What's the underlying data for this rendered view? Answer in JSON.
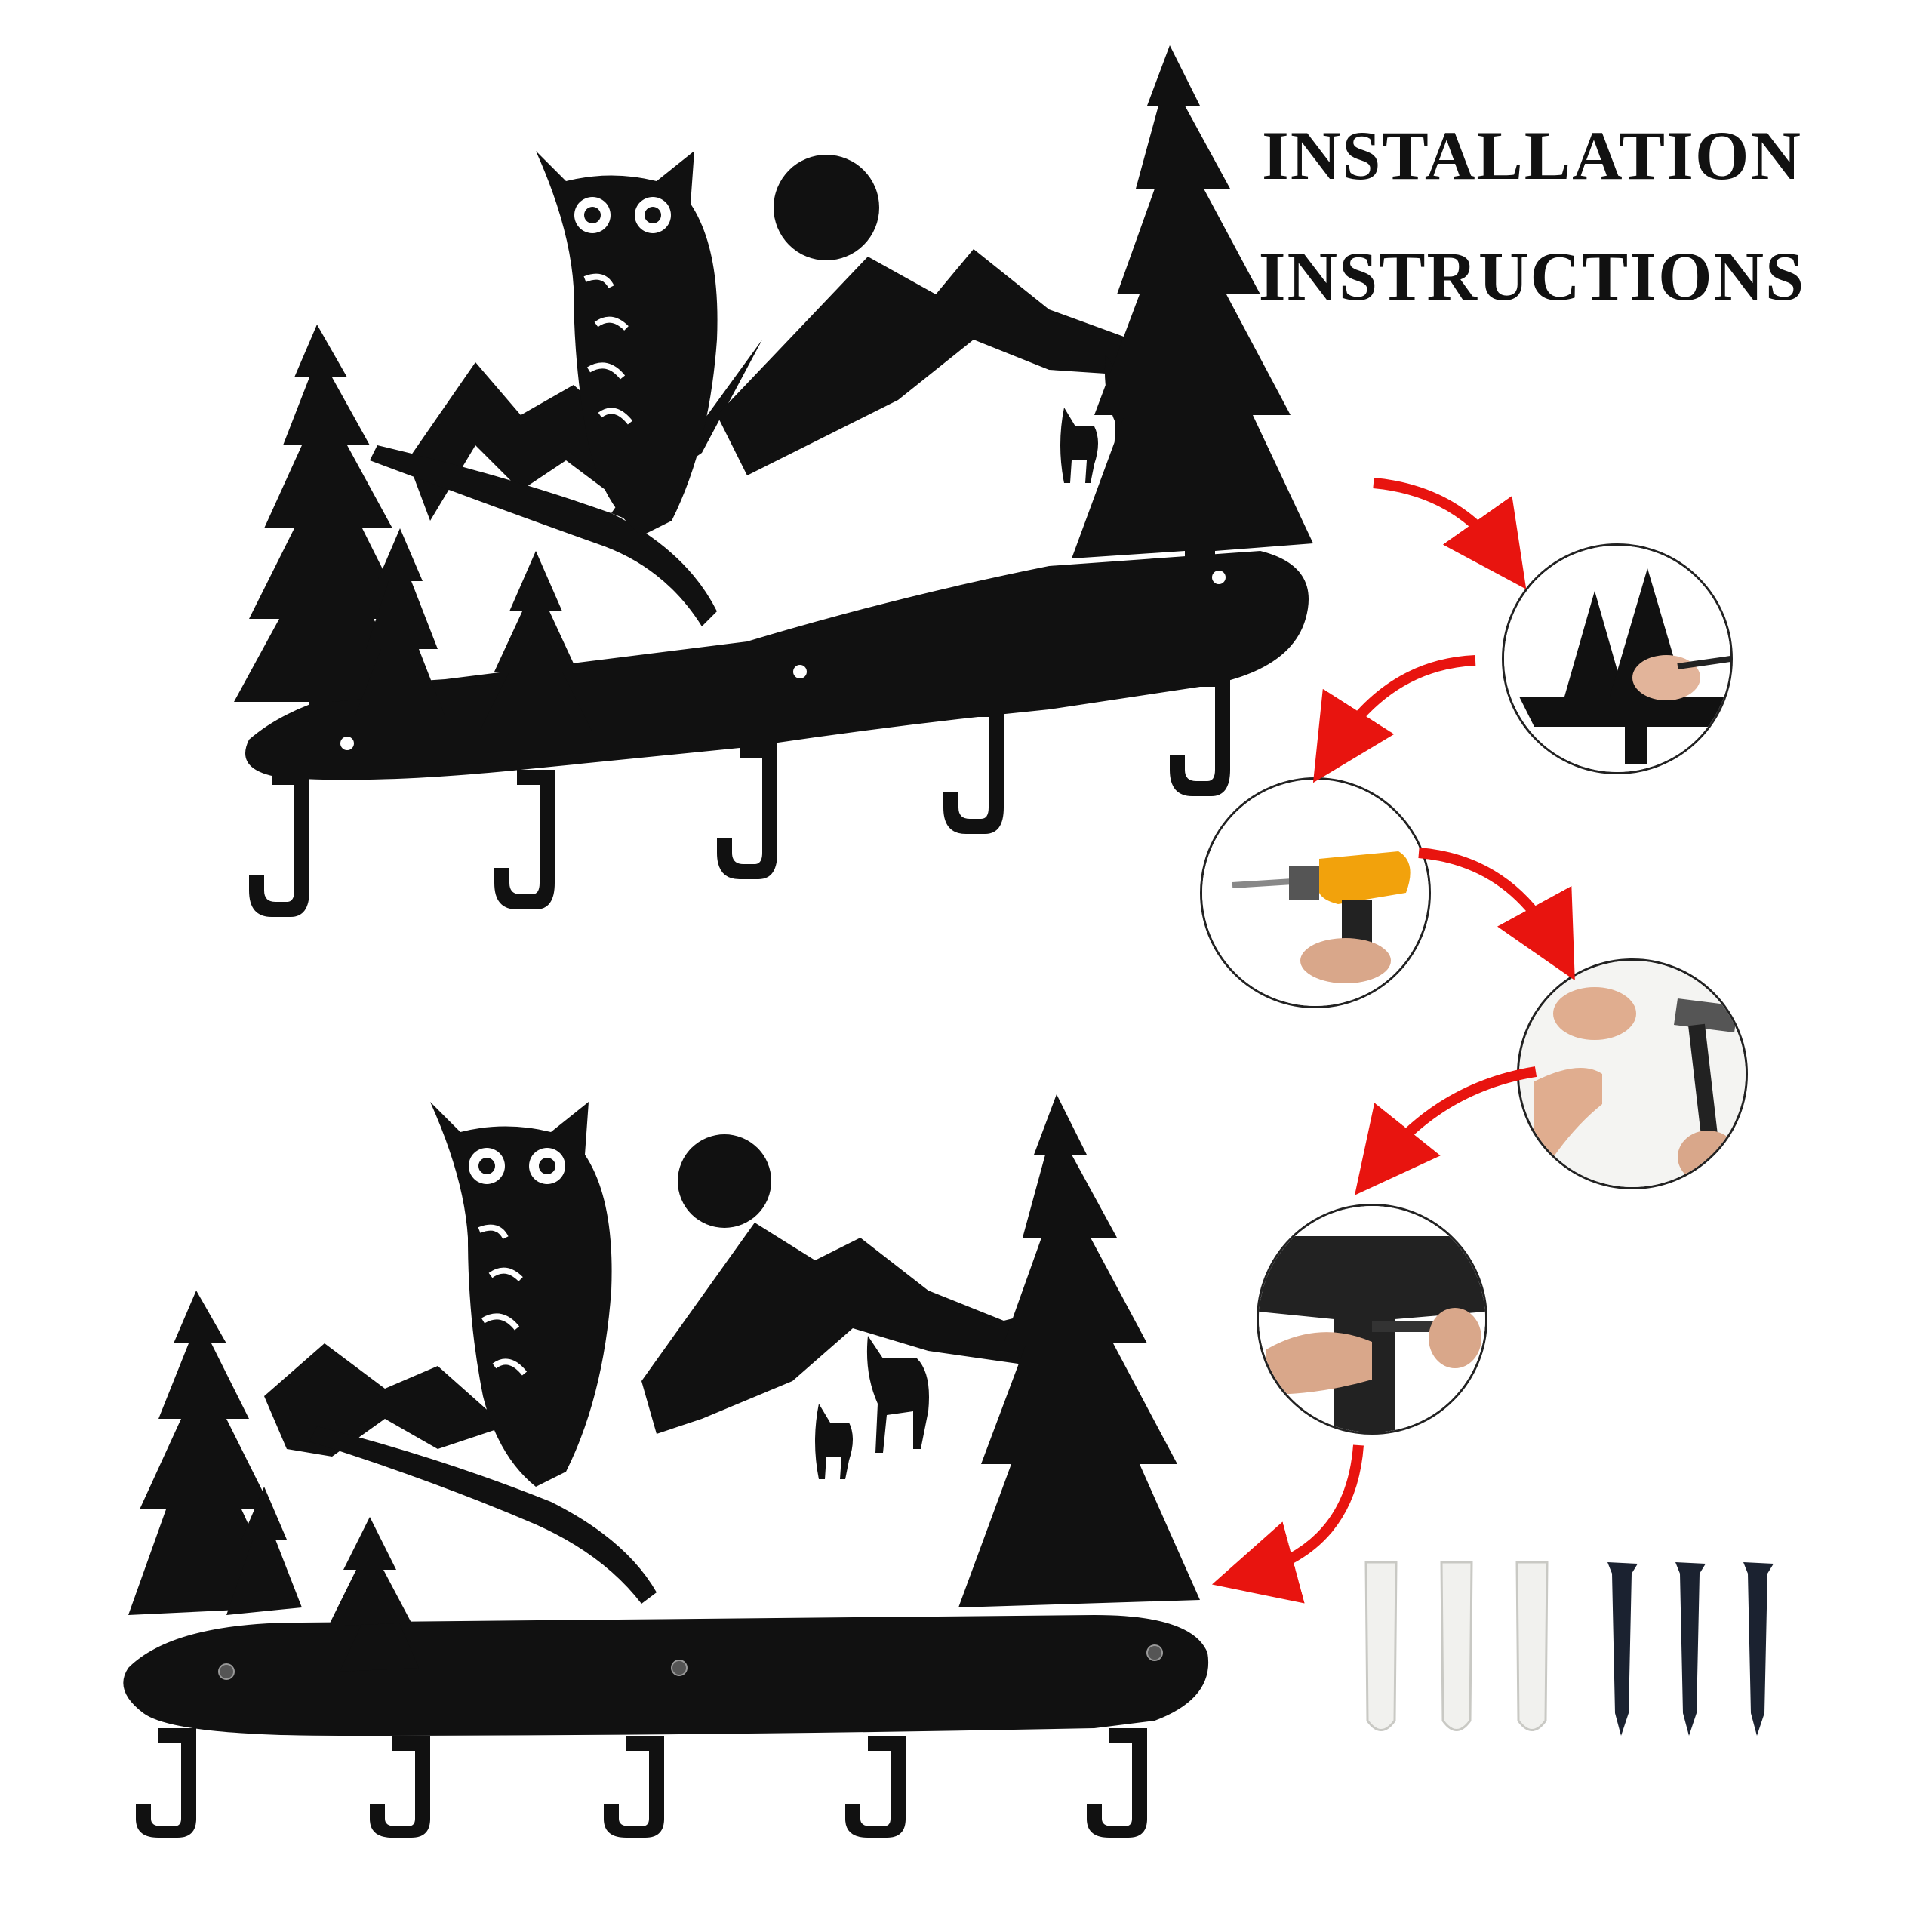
{
  "heading": {
    "line1": "INSTALLATION",
    "line2": "INSTRUCTIONS"
  },
  "colors": {
    "metal": "#111111",
    "arrow": "#e8140f",
    "anchor": "#f1f1ee",
    "screw": "#1b2230"
  },
  "steps": [
    {
      "icon": "mark-holes-icon"
    },
    {
      "icon": "drill-icon"
    },
    {
      "icon": "hammer-anchor-icon"
    },
    {
      "icon": "screwdriver-icon"
    }
  ],
  "hardware": {
    "anchors": 3,
    "screws": 3
  },
  "rack": {
    "hooks": 5
  }
}
